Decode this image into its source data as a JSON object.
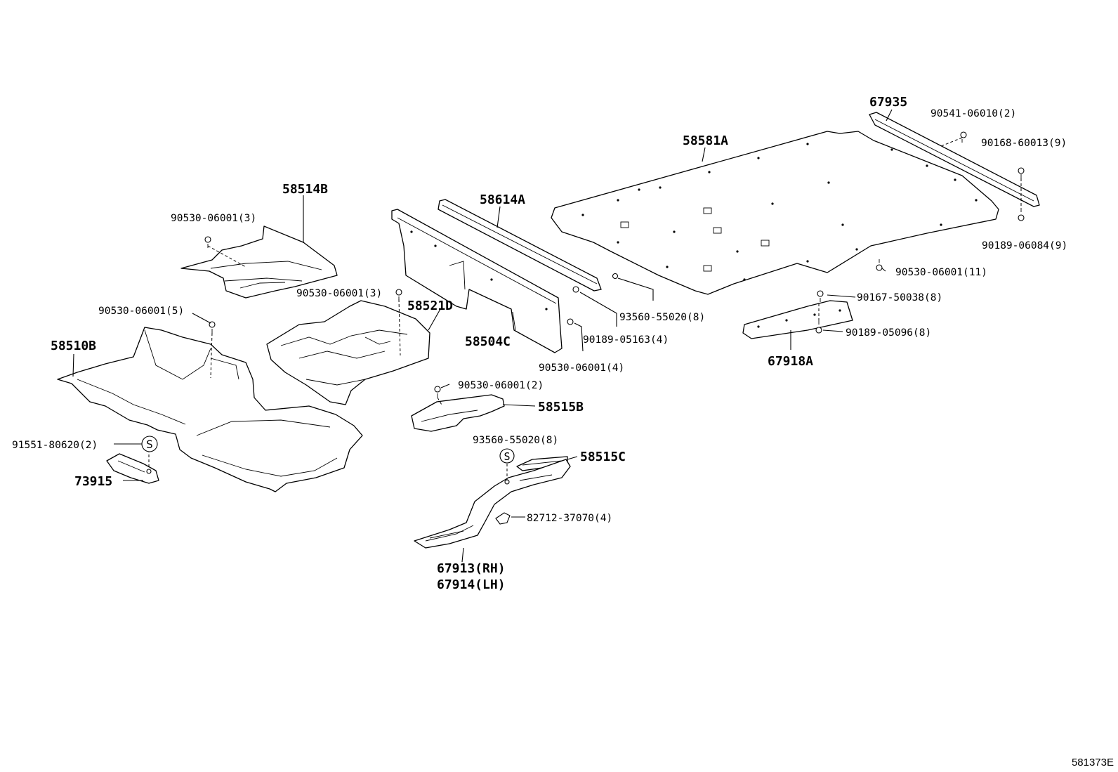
{
  "labels": {
    "p67935": "67935",
    "p90541": "90541-06010(2)",
    "p58581A": "58581A",
    "p90168": "90168-60013(9)",
    "p90189_06084": "90189-06084(9)",
    "p90530_11": "90530-06001(11)",
    "p58514B": "58514B",
    "p58614A": "58614A",
    "p90530_3a": "90530-06001(3)",
    "p90530_3b": "90530-06001(3)",
    "p58521D": "58521D",
    "p90530_5": "90530-06001(5)",
    "p58510B": "58510B",
    "p58504C": "58504C",
    "p93560_a": "93560-55020(8)",
    "p90189_05163": "90189-05163(4)",
    "p90530_4": "90530-06001(4)",
    "p90167": "90167-50038(8)",
    "p90189_05096": "90189-05096(8)",
    "p67918A": "67918A",
    "p90530_2": "90530-06001(2)",
    "p58515B": "58515B",
    "p91551": "91551-80620(2)",
    "p73915": "73915",
    "p93560_b": "93560-55020(8)",
    "p58515C": "58515C",
    "p82712": "82712-37070(4)",
    "p67913": "67913(RH)",
    "p67914": "67914(LH)",
    "s1": "S",
    "s2": "S"
  },
  "ref_code": "581373E"
}
